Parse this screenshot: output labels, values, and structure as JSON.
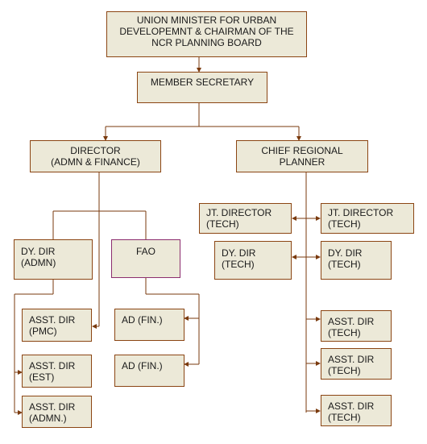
{
  "colors": {
    "box_fill": "#ece9d8",
    "border": "#8b4513",
    "fao_border": "#8b2d6e",
    "line": "#7a3a0e"
  },
  "boxes": {
    "union_minister": "UNION MINISTER FOR URBAN\nDEVELOPEMNT & CHAIRMAN OF THE\nNCR PLANNING BOARD",
    "member_secretary": "MEMBER SECRETARY",
    "director": "DIRECTOR\n(ADMN & FINANCE)",
    "chief_regional_planner": "CHIEF REGIONAL\nPLANNER",
    "dy_dir_admn": "DY. DIR\n(ADMN)",
    "fao": "FAO",
    "asst_dir_pmc": "ASST. DIR\n(PMC)",
    "asst_dir_est": "ASST. DIR\n(EST)",
    "asst_dir_admn": "ASST. DIR\n(ADMN.)",
    "ad_fin_1": "AD (FIN.)",
    "ad_fin_2": "AD (FIN.)",
    "jt_director_tech_left": "JT. DIRECTOR\n(TECH)",
    "jt_director_tech_right": "JT. DIRECTOR\n(TECH)",
    "dy_dir_tech_left": "DY. DIR\n(TECH)",
    "dy_dir_tech_right": "DY. DIR\n(TECH)",
    "asst_dir_tech_1": "ASST. DIR\n(TECH)",
    "asst_dir_tech_2": "ASST. DIR\n(TECH)",
    "asst_dir_tech_3": "ASST. DIR\n(TECH)"
  }
}
